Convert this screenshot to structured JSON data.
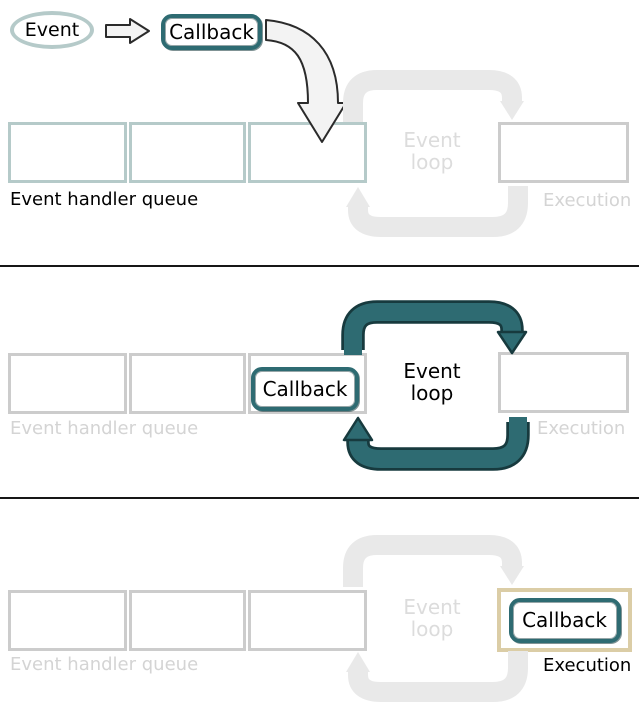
{
  "diagram": "event-loop-sequence",
  "colors": {
    "active_teal": "#2e6b72",
    "teal_outline": "#173a3e",
    "pale_teal_border": "#b5cac9",
    "inactive_border": "#cccccc",
    "inactive_arrow": "#e9e9e9",
    "inactive_text": "#d4d4d4",
    "highlight_tan_border": "#dbcda6",
    "text_black": "#000000"
  },
  "panels": [
    {
      "name": "event-enqueued",
      "event_label": "Event",
      "callback_label": "Callback",
      "queue_label": "Event handler queue",
      "loop_line1": "Event",
      "loop_line2": "loop",
      "execution_label": "Execution"
    },
    {
      "name": "loop-picks-callback",
      "callback_label": "Callback",
      "queue_label": "Event handler queue",
      "loop_line1": "Event",
      "loop_line2": "loop",
      "execution_label": "Execution"
    },
    {
      "name": "callback-executing",
      "callback_label": "Callback",
      "queue_label": "Event handler queue",
      "loop_line1": "Event",
      "loop_line2": "loop",
      "execution_label": "Execution"
    }
  ]
}
